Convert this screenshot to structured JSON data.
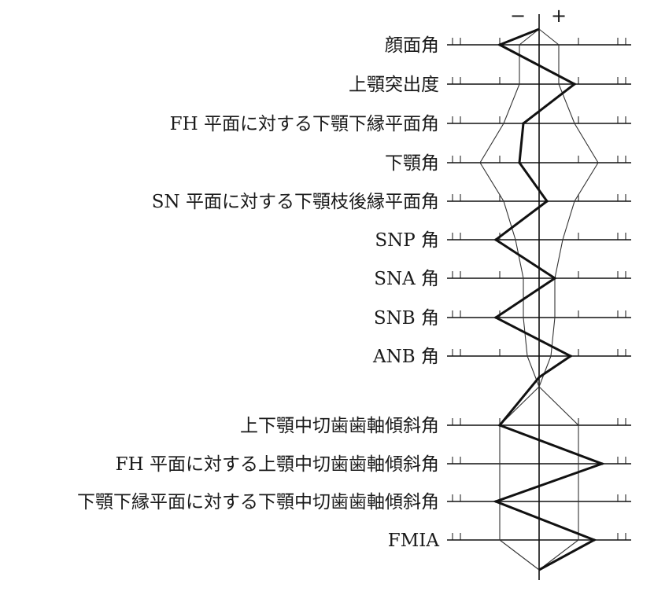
{
  "chart_data": {
    "type": "line",
    "title": "",
    "xlabel": "",
    "ylabel": "",
    "sign_labels": {
      "minus": "−",
      "plus": "+"
    },
    "xlim": [
      -2.4,
      2.4
    ],
    "grid": false,
    "legend": "none",
    "categories": [
      "顔面角",
      "上顎突出度",
      "FH 平面に対する下顎下縁平面角",
      "下顎角",
      "SN 平面に対する下顎枝後縁平面角",
      "SNP 角",
      "SNA 角",
      "SNB 角",
      "ANB 角",
      "上下顎中切歯歯軸傾斜角",
      "FH 平面に対する上顎中切歯歯軸傾斜角",
      "下顎下縁平面に対する下顎中切歯歯軸傾斜角",
      "FMIA"
    ],
    "series": [
      {
        "role": "patient",
        "values": [
          -1.0,
          0.9,
          -0.4,
          -0.5,
          0.2,
          -1.1,
          0.4,
          -1.1,
          0.8,
          -1.0,
          1.6,
          -1.1,
          1.4
        ]
      },
      {
        "role": "sd_upper",
        "values": [
          0.5,
          0.5,
          0.9,
          1.5,
          0.9,
          0.6,
          0.4,
          0.4,
          0.3,
          1.0,
          1.0,
          1.0,
          1.0
        ]
      },
      {
        "role": "sd_lower",
        "values": [
          -0.5,
          -0.5,
          -0.9,
          -1.5,
          -0.9,
          -0.6,
          -0.4,
          -0.4,
          -0.3,
          -1.0,
          -1.0,
          -1.0,
          -1.0
        ]
      }
    ]
  }
}
